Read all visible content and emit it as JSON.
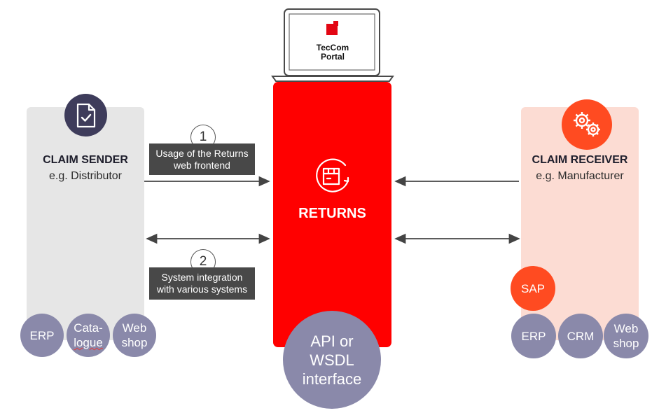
{
  "portal": {
    "line1": "TecCom",
    "line2": "Portal"
  },
  "returns": {
    "label": "RETURNS"
  },
  "api_bubble": {
    "line1": "API or",
    "line2": "WSDL",
    "line3": "interface"
  },
  "sender": {
    "title": "CLAIM SENDER",
    "subtitle": "e.g. Distributor",
    "systems": [
      {
        "line1": "ERP",
        "line2": ""
      },
      {
        "line1": "Cata-",
        "line2": "logue"
      },
      {
        "line1": "Web",
        "line2": "shop"
      }
    ]
  },
  "receiver": {
    "title": "CLAIM RECEIVER",
    "subtitle": "e.g. Manufacturer",
    "sap": "SAP",
    "systems": [
      {
        "line1": "ERP",
        "line2": ""
      },
      {
        "line1": "CRM",
        "line2": ""
      },
      {
        "line1": "Web",
        "line2": "shop"
      }
    ]
  },
  "steps": [
    {
      "number": "1",
      "line1": "Usage of the Returns",
      "line2": "web frontend"
    },
    {
      "number": "2",
      "line1": "System integration",
      "line2": "with various systems"
    }
  ],
  "colors": {
    "returns_red": "#ff0000",
    "accent_orange": "#ff4b21",
    "navy": "#3e3c5b",
    "bubble_purple": "#8a89aa",
    "sender_panel": "#e6e6e6",
    "receiver_panel": "#fcdcd3",
    "label_box": "#484848"
  },
  "icons": {
    "sender": "document-check-icon",
    "receiver": "gears-icon",
    "returns": "box-return-icon",
    "portal": "laptop-icon"
  }
}
